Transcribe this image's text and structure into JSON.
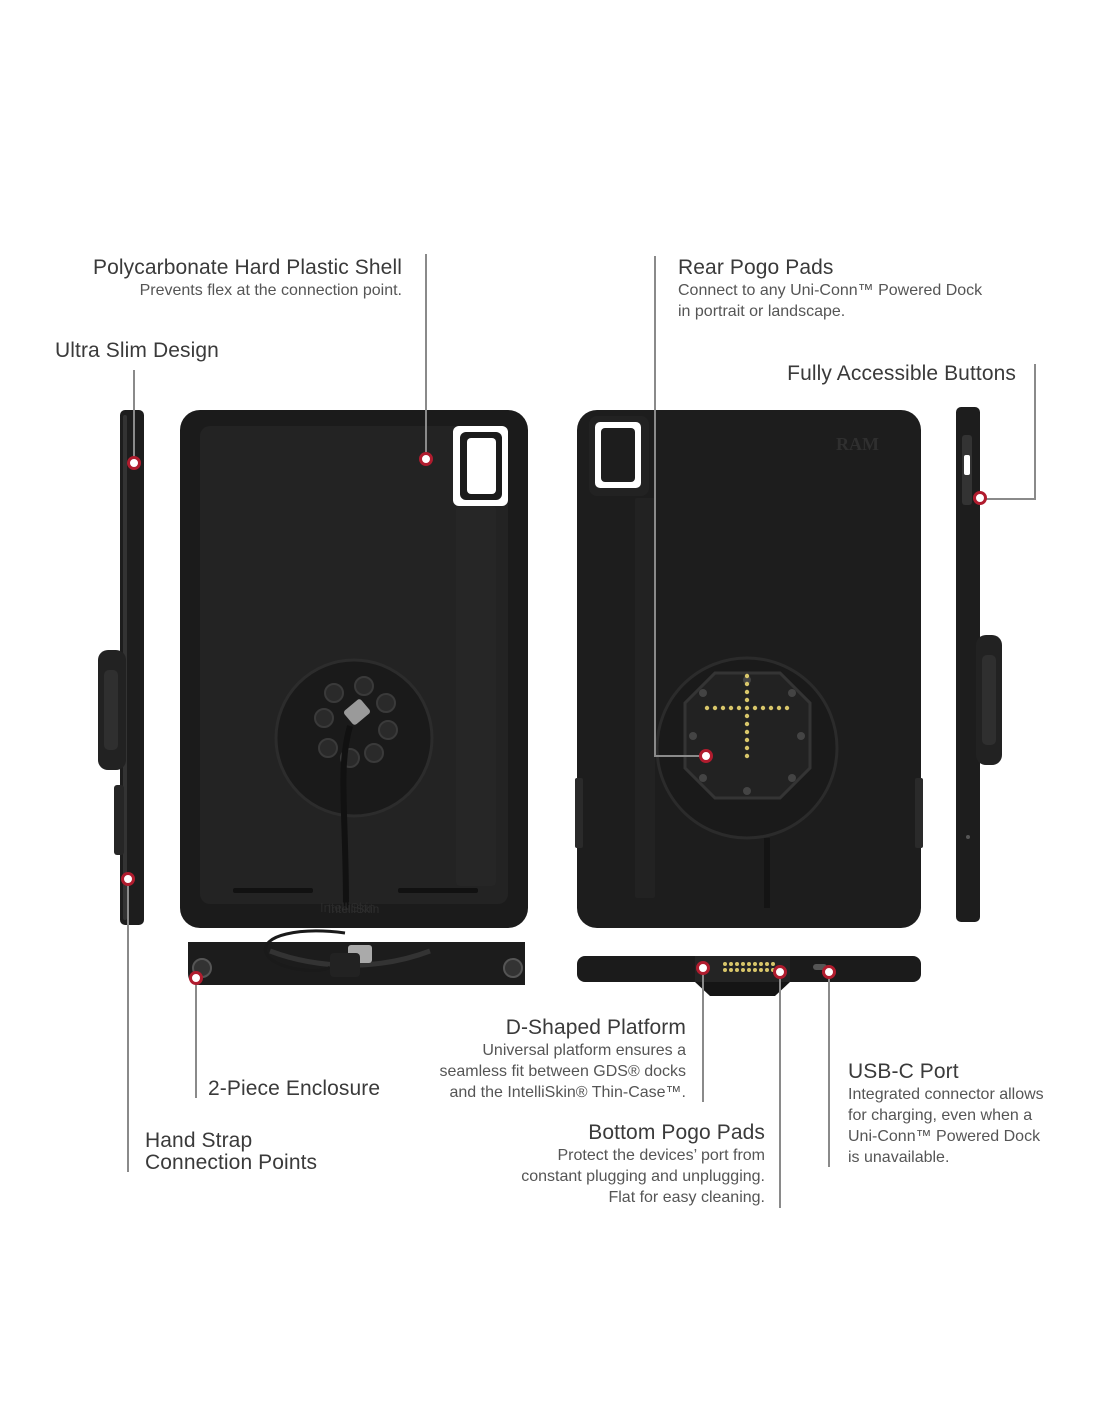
{
  "callouts": {
    "poly_shell": {
      "title": "Polycarbonate Hard Plastic Shell",
      "desc": "Prevents flex at the connection point."
    },
    "ultra_slim": {
      "title": "Ultra Slim Design"
    },
    "rear_pogo": {
      "title": "Rear Pogo Pads",
      "desc1": "Connect to any Uni-Conn™ Powered Dock",
      "desc2": "in portrait or landscape."
    },
    "buttons": {
      "title": "Fully Accessible Buttons"
    },
    "d_platform": {
      "title": "D-Shaped Platform",
      "desc1": "Universal platform ensures a",
      "desc2": "seamless fit between GDS® docks",
      "desc3": "and the IntelliSkin® Thin-Case™."
    },
    "enclosure": {
      "title": "2-Piece Enclosure"
    },
    "hand_strap": {
      "title1": "Hand Strap",
      "title2": "Connection Points"
    },
    "bottom_pogo": {
      "title": "Bottom Pogo Pads",
      "desc1": "Protect the devices’ port from",
      "desc2": "constant plugging and unplugging.",
      "desc3": "Flat for easy cleaning."
    },
    "usbc": {
      "title": "USB-C Port",
      "desc1": "Integrated connector allows",
      "desc2": "for charging, even when a",
      "desc3": "Uni-Conn™ Powered Dock",
      "desc4": "is unavailable."
    }
  },
  "product_marks": {
    "brand": "RAM",
    "case_name": "IntelliSkin"
  },
  "colors": {
    "accent": "#b01c2e",
    "case": "#1e1e1e",
    "pogo": "#d8c66a",
    "line": "#8a8a8a"
  }
}
